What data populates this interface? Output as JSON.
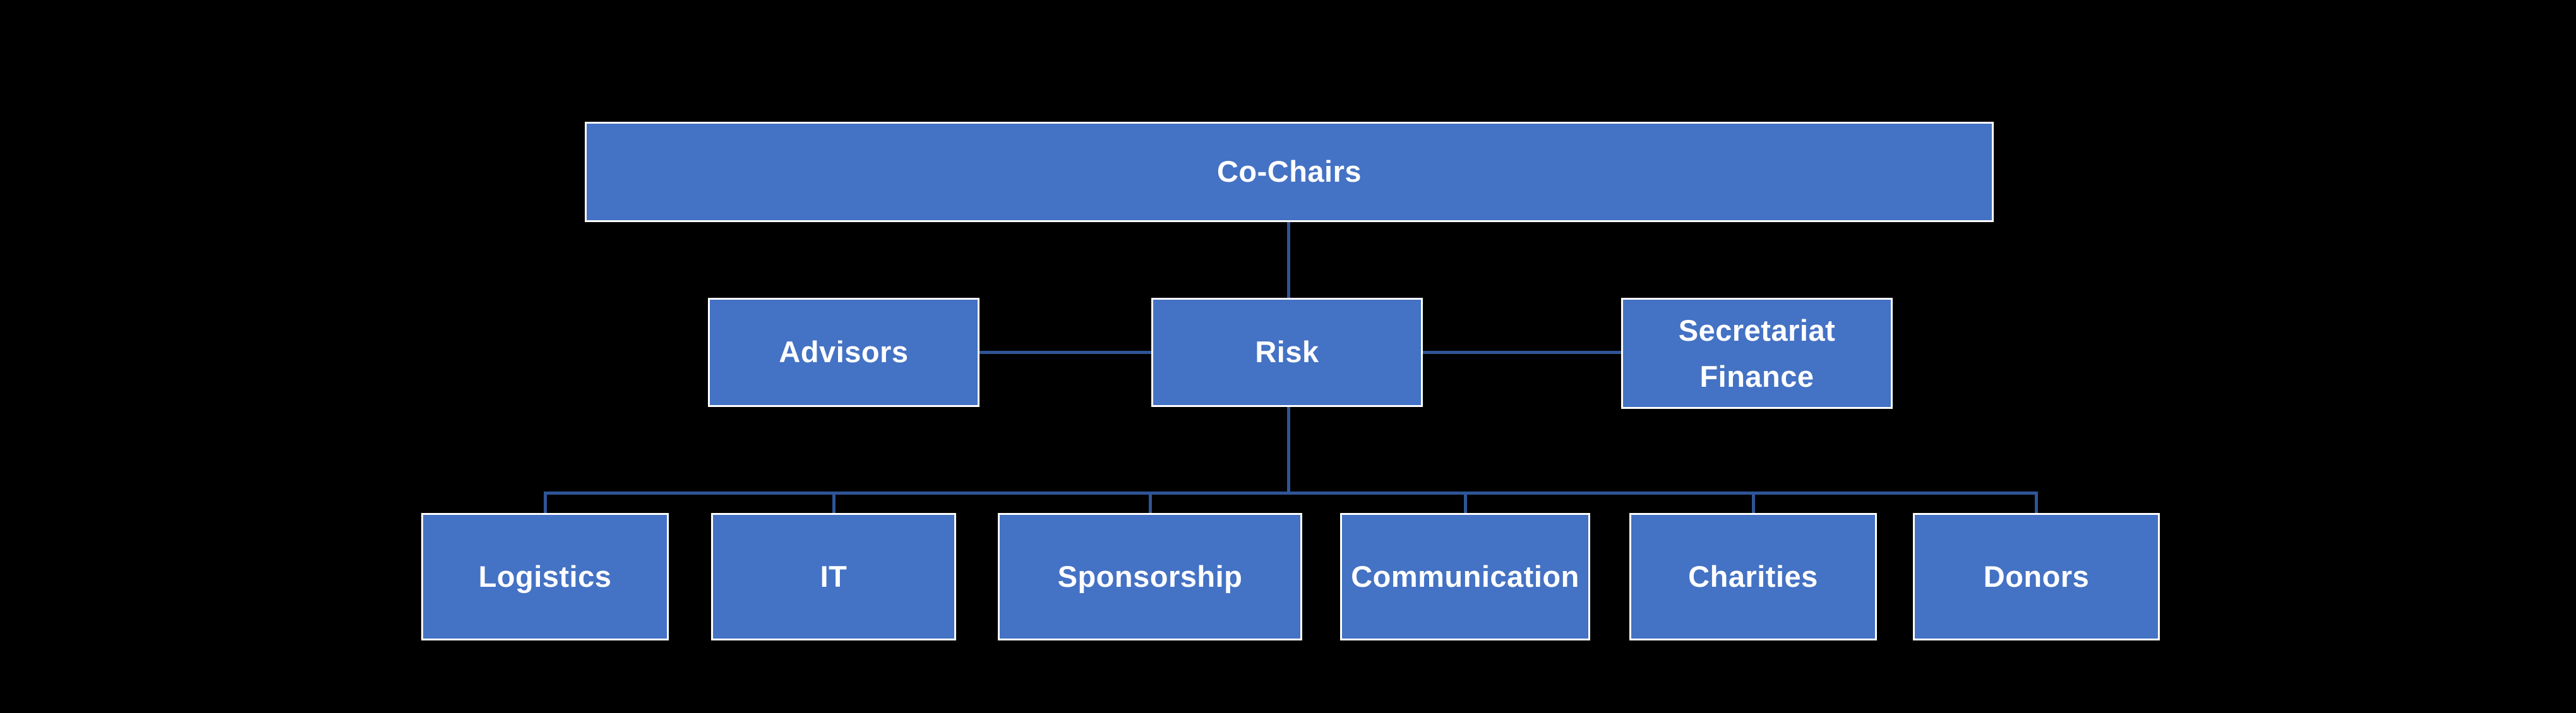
{
  "diagram": {
    "type": "org-chart",
    "nodes": {
      "co_chairs": {
        "label": "Co-Chairs"
      },
      "advisors": {
        "label": "Advisors"
      },
      "risk": {
        "label": "Risk"
      },
      "secretariat_finance": {
        "line1": "Secretariat",
        "line2": "Finance"
      },
      "logistics": {
        "label": "Logistics"
      },
      "it": {
        "label": "IT"
      },
      "sponsorship": {
        "label": "Sponsorship"
      },
      "communication": {
        "label": "Communication"
      },
      "charities": {
        "label": "Charities"
      },
      "donors": {
        "label": "Donors"
      }
    },
    "edges": [
      "Co-Chairs - Risk",
      "Advisors - Risk",
      "Risk - Secretariat Finance",
      "Risk - Logistics",
      "Risk - IT",
      "Risk - Sponsorship",
      "Risk - Communication",
      "Risk - Charities",
      "Risk - Donors"
    ],
    "colors": {
      "background": "#000000",
      "node_fill": "#4472C4",
      "node_border": "#FFFFFF",
      "node_text": "#FFFFFF",
      "connector": "#2F5597"
    }
  }
}
